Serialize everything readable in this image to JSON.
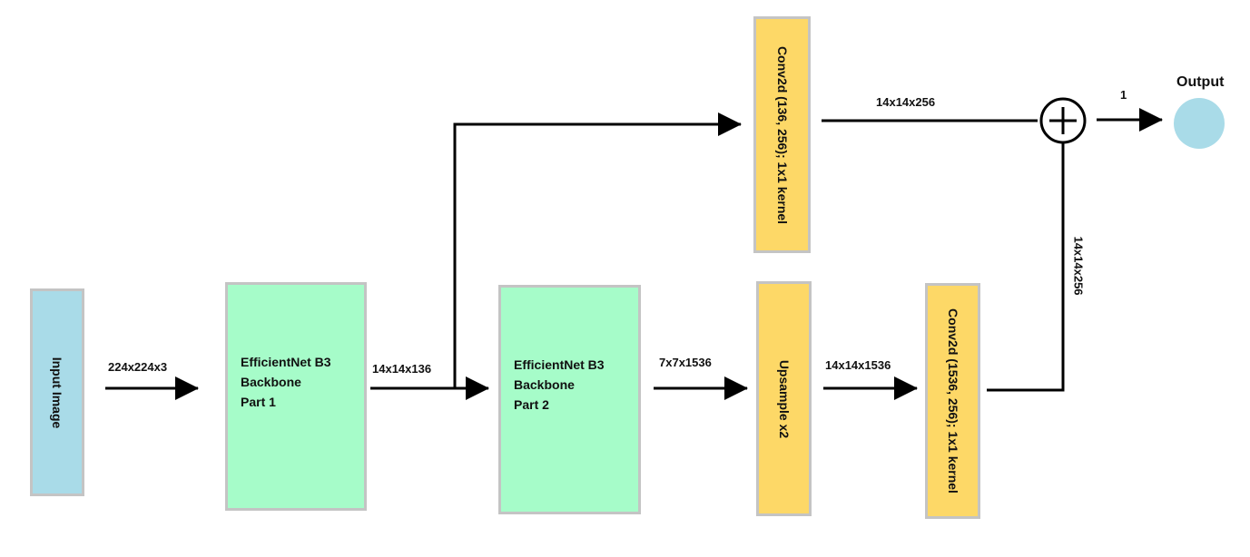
{
  "nodes": {
    "input_image": "Input Image",
    "backbone_part1": [
      "EfficientNet B3",
      "Backbone",
      "Part 1"
    ],
    "backbone_part2": [
      "EfficientNet B3",
      "Backbone",
      "Part 2"
    ],
    "upsample": "Upsample x2",
    "conv_top": "Conv2d (136,  256); 1x1 kernel",
    "conv_bottom": "Conv2d (1536, 256); 1x1 kernel",
    "sum_operator": "+",
    "output": "Output"
  },
  "edge_labels": {
    "input_to_backbone1": "224x224x3",
    "backbone1_out": "14x14x136",
    "backbone2_to_upsample": "7x7x1536",
    "upsample_to_conv": "14x14x1536",
    "conv_top_to_sum": "14x14x256",
    "conv_bottom_to_sum": "14x14x256",
    "sum_to_output": "1"
  },
  "colors": {
    "input": "#a9dbe8",
    "backbone": "#a6fcc9",
    "operation": "#fdd867",
    "output": "#a9dbe8",
    "border": "#c4c4c4",
    "line": "#000000"
  }
}
